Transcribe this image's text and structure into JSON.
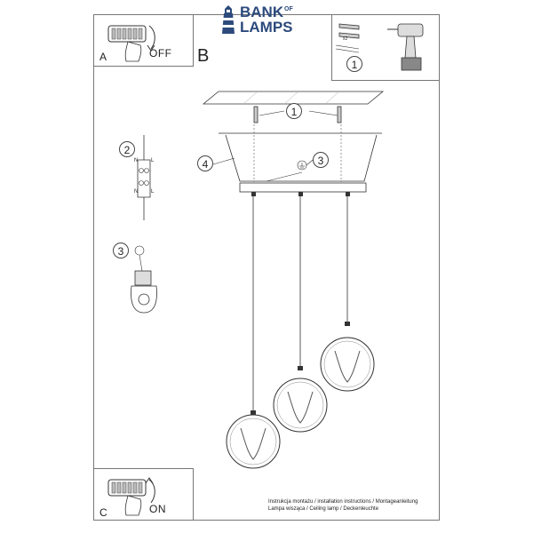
{
  "logo": {
    "line1": "BANK",
    "of": "OF",
    "line2": "LAMPS",
    "color": "#2c4a7c"
  },
  "panel_a": {
    "letter": "A",
    "label": "OFF"
  },
  "panel_b": {
    "letter": "B"
  },
  "panel_c": {
    "letter": "C",
    "label": "ON"
  },
  "tools": {
    "step": "1",
    "quantity": "x2"
  },
  "callouts": {
    "screws": "1",
    "wires": "2",
    "ground": "3",
    "canopy": "4"
  },
  "terminal_labels": {
    "n": "N",
    "l": "L"
  },
  "footer": {
    "line1": "Instrukcja montażu / installation instructions / Montageanleitung",
    "line2": "Lampa wisząca / Ceiling lamp / Deckenleuchte"
  }
}
